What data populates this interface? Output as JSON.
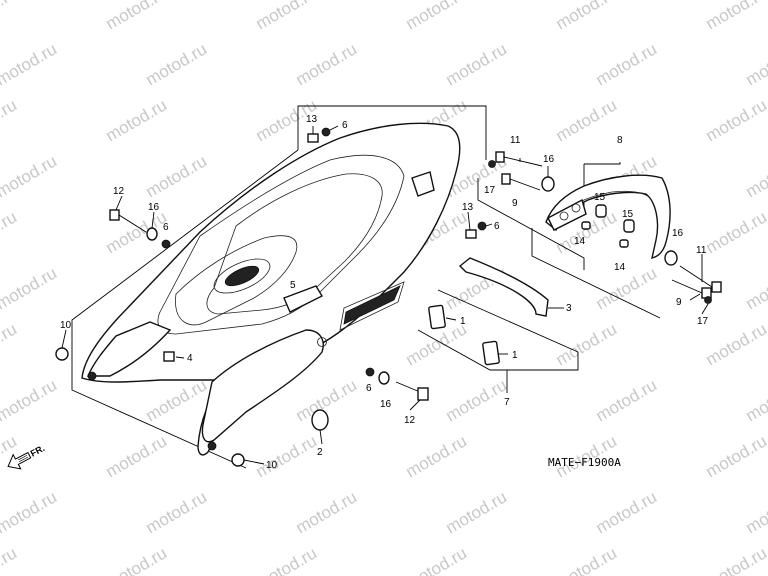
{
  "watermark": "motod.ru",
  "reference_code": "MATE−F1900A",
  "direction_label": "FR.",
  "callouts": {
    "c13a": "13",
    "c6a": "6",
    "c11a": "11",
    "c16a": "16",
    "c17a": "17",
    "c9a": "9",
    "c8": "8",
    "c12a": "12",
    "c16b": "16",
    "c6b": "6",
    "c13b": "13",
    "c6c": "6",
    "c15a": "15",
    "c15b": "15",
    "c14a": "14",
    "c14b": "14",
    "c16c": "16",
    "c11b": "11",
    "c9b": "9",
    "c17b": "17",
    "c5": "5",
    "c3": "3",
    "c1a": "1",
    "c1b": "1",
    "c10a": "10",
    "c4": "4",
    "c6d": "6",
    "c16d": "16",
    "c12b": "12",
    "c7": "7",
    "c2": "2",
    "c10b": "10"
  }
}
